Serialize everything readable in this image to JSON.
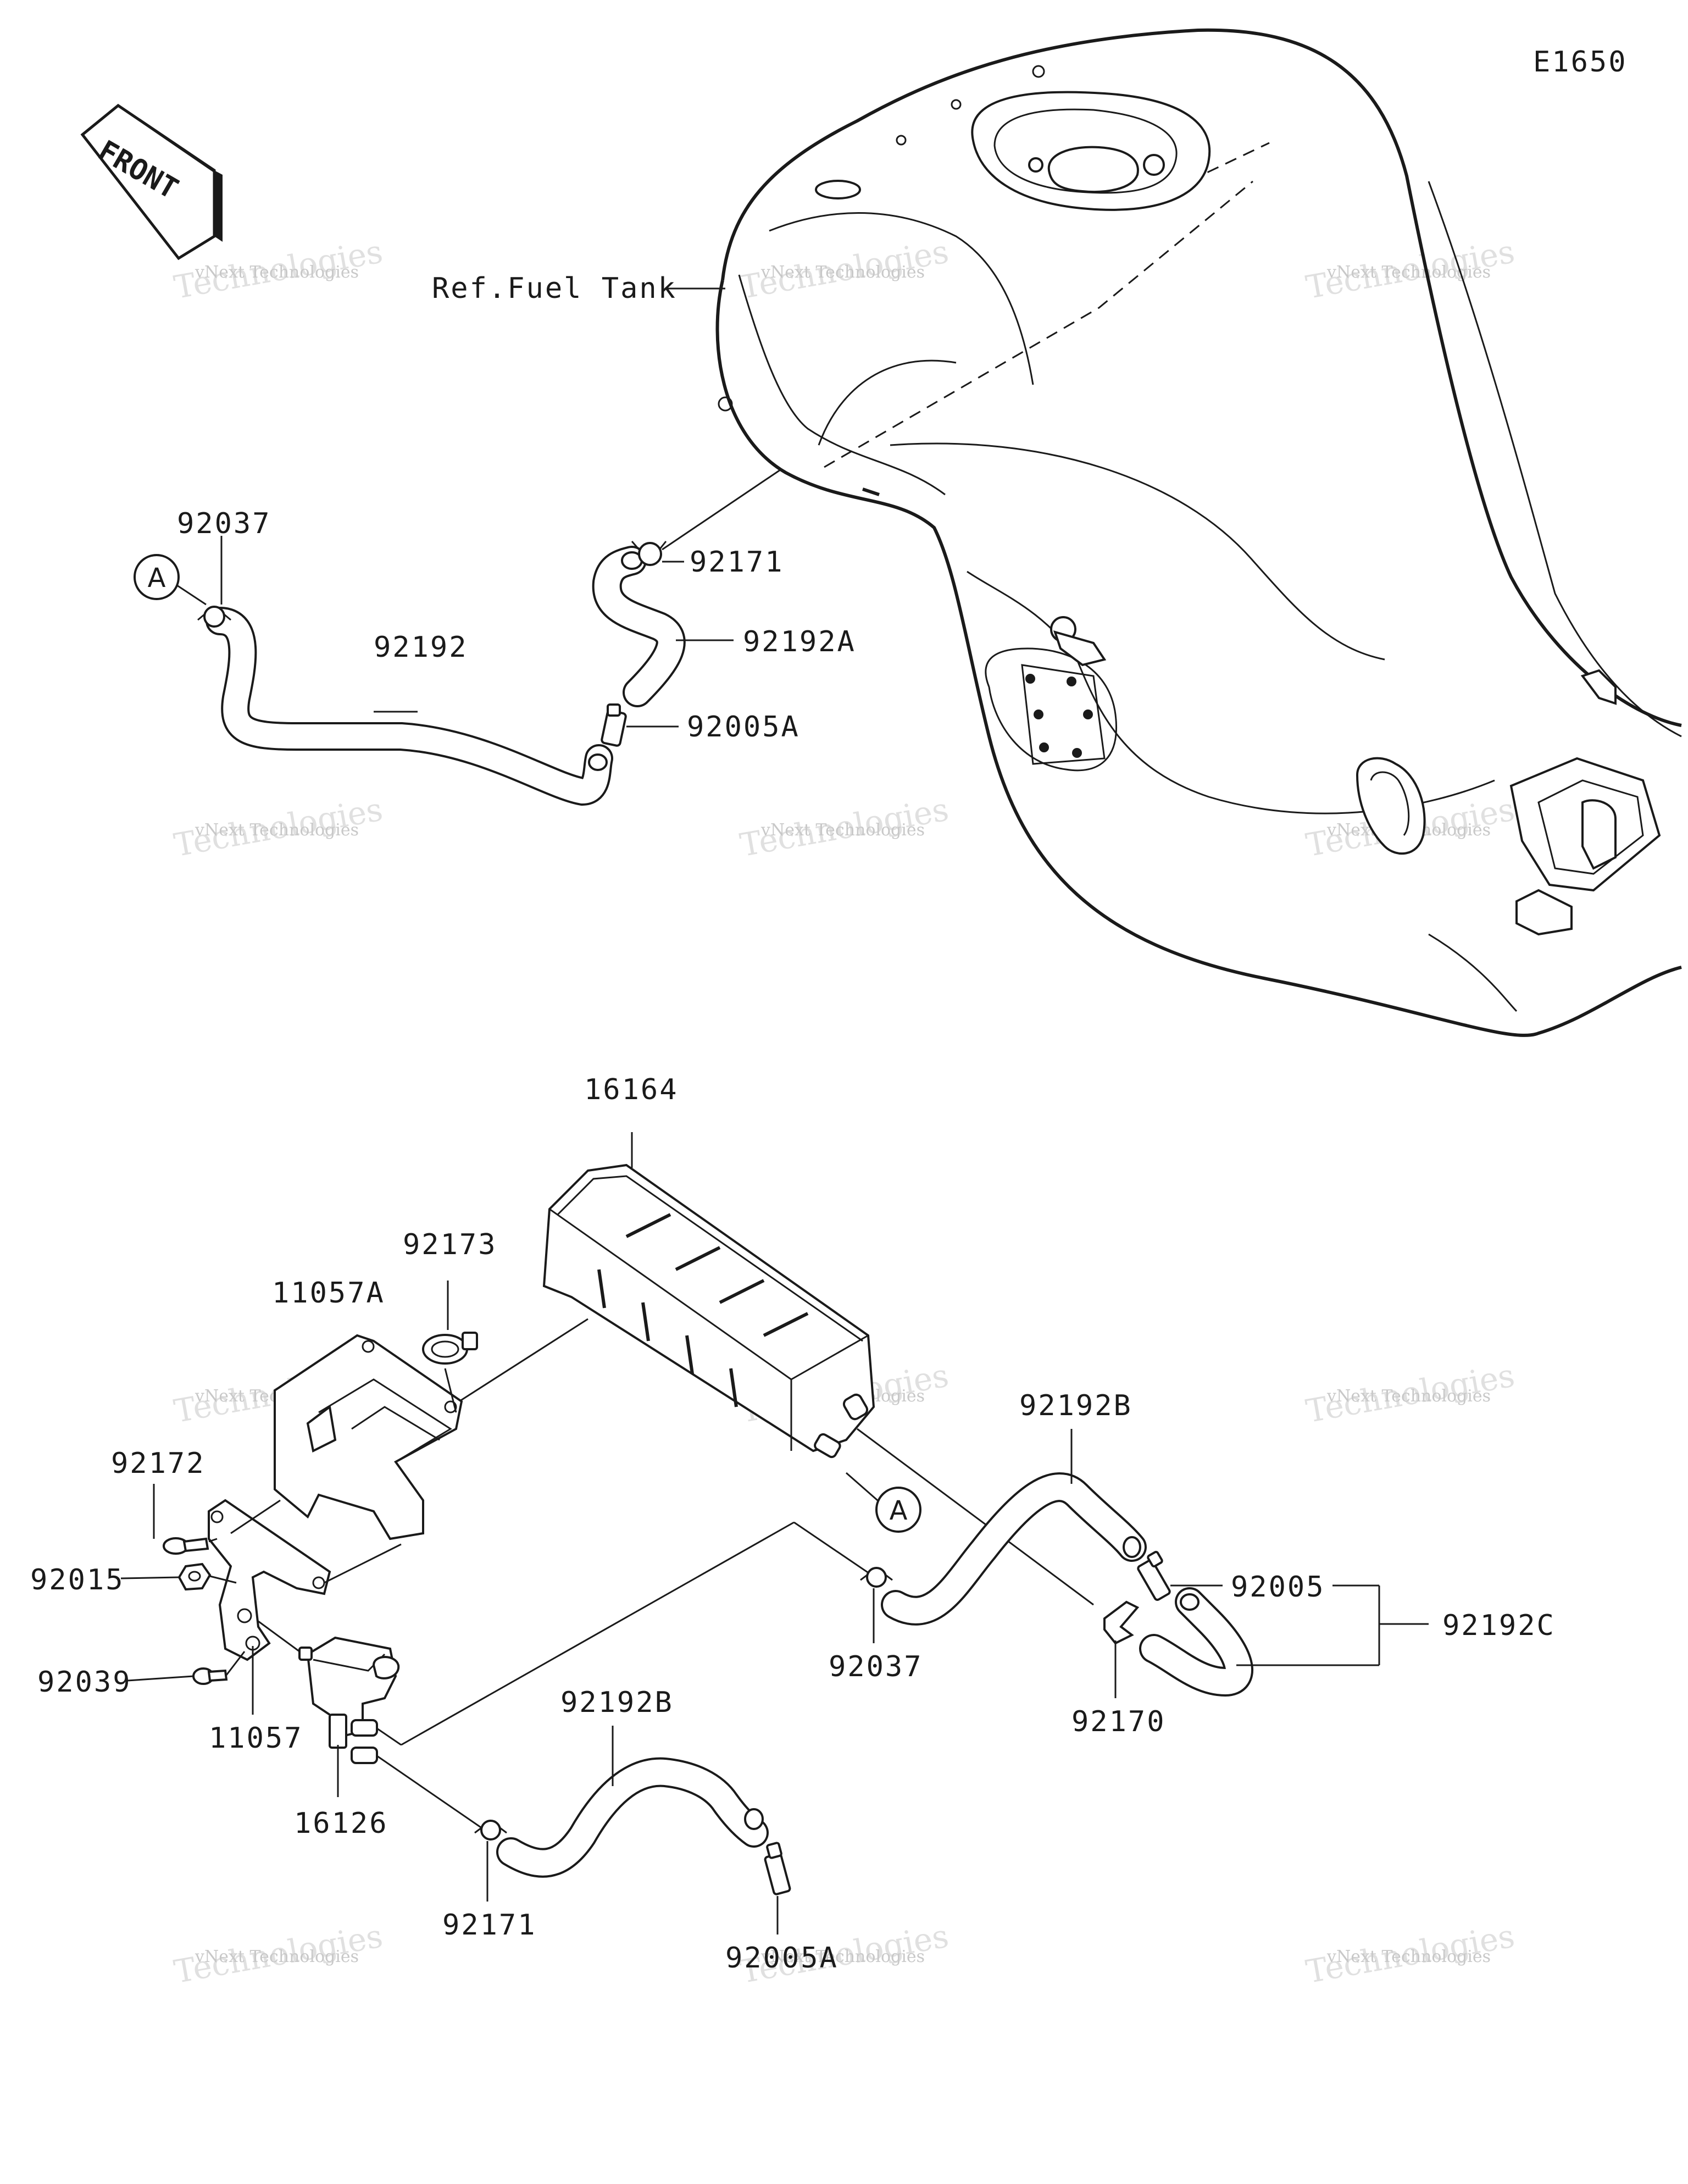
{
  "diagram": {
    "code": "E1650",
    "front_arrow": "FRONT",
    "ref_label": "Ref.Fuel Tank",
    "connector": "A",
    "watermark": {
      "line1": "vNext Technologies",
      "line2": "Technologies"
    }
  },
  "parts": [
    "92037",
    "92192",
    "92171",
    "92192A",
    "92005A",
    "16164",
    "92173",
    "11057A",
    "92172",
    "92015",
    "92039",
    "11057",
    "16126",
    "92192B",
    "92037",
    "92005",
    "92192C",
    "92170",
    "92192B",
    "92171",
    "92005A"
  ]
}
